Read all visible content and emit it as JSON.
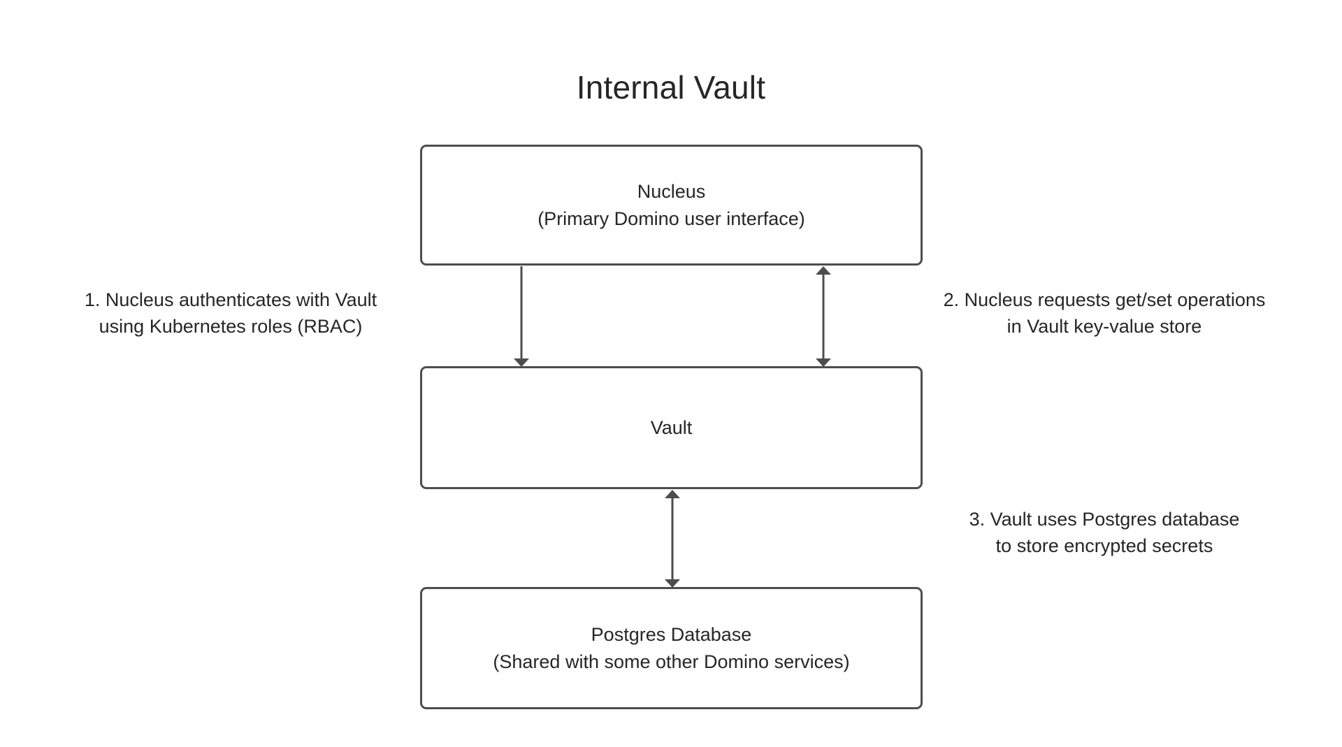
{
  "diagram": {
    "title": "Internal Vault",
    "type": "flowchart",
    "background_color": "#ffffff",
    "node_border_color": "#4d4d4d",
    "text_color": "#262626",
    "arrow_color": "#4d4d4d",
    "nodes": [
      {
        "id": "nucleus",
        "line1": "Nucleus",
        "line2": "(Primary Domino user interface)"
      },
      {
        "id": "vault",
        "line1": "Vault",
        "line2": ""
      },
      {
        "id": "postgres",
        "line1": "Postgres Database",
        "line2": "(Shared with some other Domino services)"
      }
    ],
    "edges": [
      {
        "id": "edge-nucleus-to-vault",
        "from": "nucleus",
        "to": "vault",
        "direction": "down",
        "arrowheads": "single"
      },
      {
        "id": "edge-nucleus-vault-bidirectional",
        "from": "nucleus",
        "to": "vault",
        "direction": "both",
        "arrowheads": "double"
      },
      {
        "id": "edge-vault-postgres-bidirectional",
        "from": "vault",
        "to": "postgres",
        "direction": "both",
        "arrowheads": "double"
      }
    ],
    "annotations": [
      {
        "id": "annotation-1",
        "line1": "1. Nucleus authenticates with Vault",
        "line2": "using Kubernetes roles (RBAC)"
      },
      {
        "id": "annotation-2",
        "line1": "2. Nucleus requests get/set operations",
        "line2": "in Vault key-value store"
      },
      {
        "id": "annotation-3",
        "line1": "3. Vault uses Postgres database",
        "line2": "to store encrypted secrets"
      }
    ]
  }
}
